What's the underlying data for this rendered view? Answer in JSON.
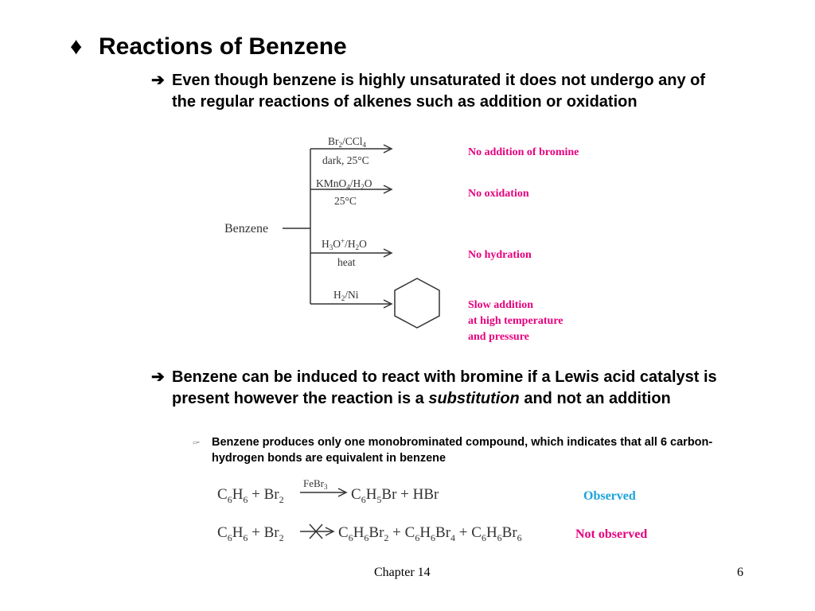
{
  "slide": {
    "title_bullet": "♦",
    "title": "Reactions of Benzene",
    "bullet1": {
      "marker": "➔",
      "text": "Even though benzene is highly unsaturated it does not undergo any of the regular reactions of alkenes such as addition or oxidation"
    },
    "diagram": {
      "reactant": "Benzene",
      "reactions": [
        {
          "reagent_top": "Br2/CCl4",
          "reagent_bottom": "dark, 25°C",
          "result": "No addition of bromine"
        },
        {
          "reagent_top": "KMnO4/H2O",
          "reagent_bottom": "25°C",
          "result": "No oxidation"
        },
        {
          "reagent_top": "H3O+/H2O",
          "reagent_bottom": "heat",
          "result": "No hydration"
        },
        {
          "reagent_top": "H2/Ni",
          "reagent_bottom": "",
          "result_lines": [
            "Slow addition",
            "at high temperature",
            "and pressure"
          ]
        }
      ],
      "result_color": "#e6007e"
    },
    "bullet2": {
      "marker": "➔",
      "text_before": "Benzene can be induced to react with bromine if a Lewis acid catalyst is present  however the reaction is a ",
      "text_italic": "substitution",
      "text_after": " and not an addition"
    },
    "subbullet": {
      "marker": "🖙",
      "text": "Benzene produces only one monobrominated compound, which indicates that all 6 carbon-hydrogen bonds are equivalent in benzene"
    },
    "equations": {
      "observed_label": "Observed",
      "observed_color": "#1aa3d9",
      "not_observed_label": "Not observed",
      "not_observed_color": "#e6007e",
      "catalyst": "FeBr3"
    },
    "footer": {
      "chapter": "Chapter 14",
      "page": "6"
    }
  }
}
